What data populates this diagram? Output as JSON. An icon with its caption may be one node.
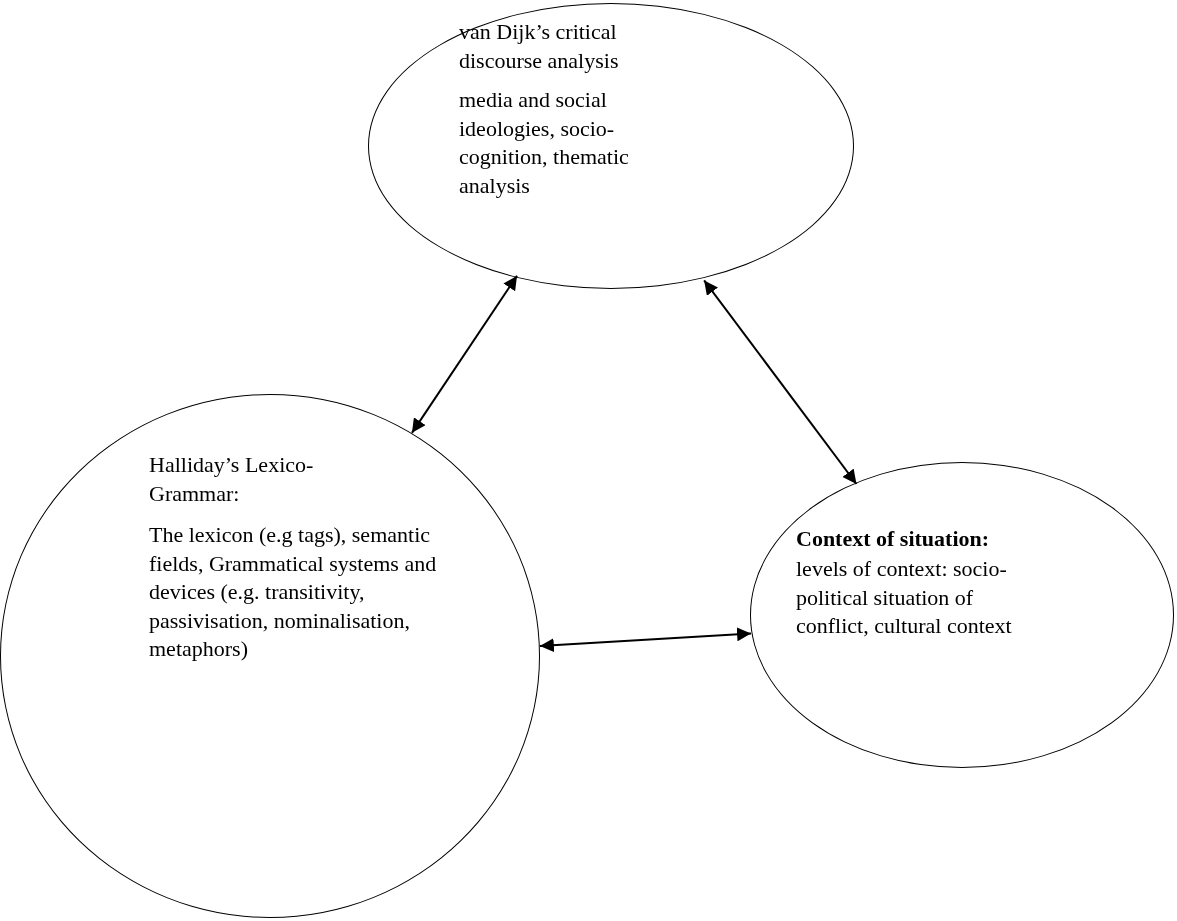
{
  "diagram": {
    "nodes": [
      {
        "text": [
          "van Dijk’s critical discourse analysis",
          "media and social ideologies, socio-cognition, thematic analysis"
        ]
      },
      {
        "text": [
          "Halliday’s Lexico-Grammar:",
          "The lexicon (e.g tags), semantic fields, Grammatical systems and devices (e.g. transitivity, passivisation, nominalisation, metaphors)"
        ]
      },
      {
        "text": [
          "Context of situation:",
          "levels of context: socio-political situation of conflict, cultural context"
        ]
      }
    ],
    "edges": [
      {
        "from": 0,
        "to": 1,
        "arrow": "both"
      },
      {
        "from": 0,
        "to": 2,
        "arrow": "both"
      },
      {
        "from": 1,
        "to": 2,
        "arrow": "both"
      }
    ]
  }
}
